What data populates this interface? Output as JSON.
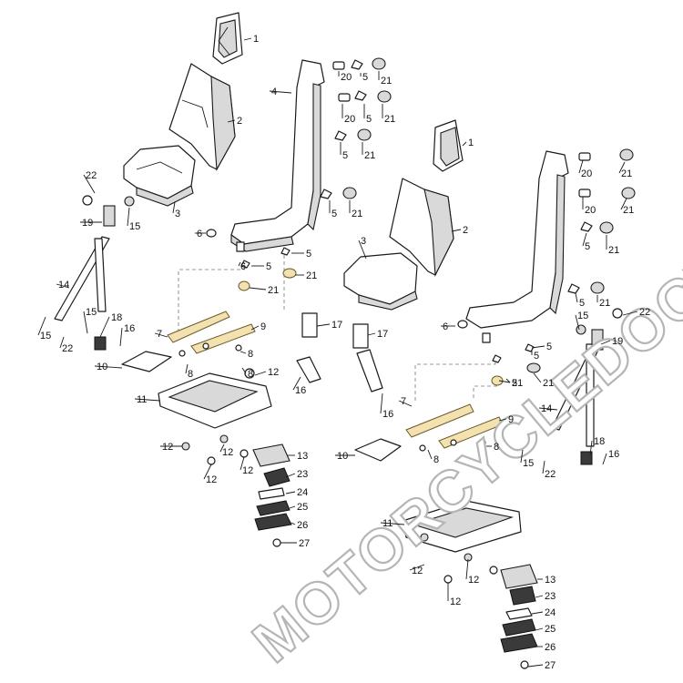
{
  "watermark": "MOTORCYCLEDOCTOR",
  "colors": {
    "line": "#1a1a1a",
    "shade": "#d9d9d9",
    "hardware_highlight": "#f3e2b0",
    "watermark_outline": "#b5b5b5"
  },
  "assemblies": [
    {
      "side": "left",
      "callouts": [
        {
          "label": "1"
        },
        {
          "label": "2"
        },
        {
          "label": "3"
        },
        {
          "label": "4"
        },
        {
          "label": "20"
        },
        {
          "label": "5"
        },
        {
          "label": "21"
        },
        {
          "label": "20"
        },
        {
          "label": "5"
        },
        {
          "label": "21"
        },
        {
          "label": "5"
        },
        {
          "label": "21"
        },
        {
          "label": "5"
        },
        {
          "label": "21"
        },
        {
          "label": "22"
        },
        {
          "label": "15"
        },
        {
          "label": "19"
        },
        {
          "label": "6"
        },
        {
          "label": "6"
        },
        {
          "label": "5"
        },
        {
          "label": "5"
        },
        {
          "label": "21"
        },
        {
          "label": "21"
        },
        {
          "label": "14"
        },
        {
          "label": "7"
        },
        {
          "label": "9"
        },
        {
          "label": "15"
        },
        {
          "label": "15"
        },
        {
          "label": "18"
        },
        {
          "label": "16"
        },
        {
          "label": "22"
        },
        {
          "label": "8"
        },
        {
          "label": "8"
        },
        {
          "label": "8"
        },
        {
          "label": "10"
        },
        {
          "label": "12"
        },
        {
          "label": "11"
        },
        {
          "label": "16"
        },
        {
          "label": "17"
        },
        {
          "label": "12"
        },
        {
          "label": "12"
        },
        {
          "label": "12"
        },
        {
          "label": "12"
        },
        {
          "label": "13"
        },
        {
          "label": "23"
        },
        {
          "label": "24"
        },
        {
          "label": "25"
        },
        {
          "label": "26"
        },
        {
          "label": "27"
        }
      ]
    },
    {
      "side": "right",
      "callouts": [
        {
          "label": "1"
        },
        {
          "label": "2"
        },
        {
          "label": "3"
        },
        {
          "label": "20"
        },
        {
          "label": "21"
        },
        {
          "label": "20"
        },
        {
          "label": "21"
        },
        {
          "label": "5"
        },
        {
          "label": "21"
        },
        {
          "label": "5"
        },
        {
          "label": "21"
        },
        {
          "label": "6"
        },
        {
          "label": "5"
        },
        {
          "label": "21"
        },
        {
          "label": "22"
        },
        {
          "label": "15"
        },
        {
          "label": "19"
        },
        {
          "label": "5"
        },
        {
          "label": "5"
        },
        {
          "label": "21"
        },
        {
          "label": "17"
        },
        {
          "label": "7"
        },
        {
          "label": "9"
        },
        {
          "label": "16"
        },
        {
          "label": "14"
        },
        {
          "label": "8"
        },
        {
          "label": "8"
        },
        {
          "label": "10"
        },
        {
          "label": "15"
        },
        {
          "label": "18"
        },
        {
          "label": "16"
        },
        {
          "label": "22"
        },
        {
          "label": "11"
        },
        {
          "label": "12"
        },
        {
          "label": "12"
        },
        {
          "label": "12"
        },
        {
          "label": "13"
        },
        {
          "label": "23"
        },
        {
          "label": "24"
        },
        {
          "label": "25"
        },
        {
          "label": "26"
        },
        {
          "label": "27"
        }
      ]
    }
  ]
}
